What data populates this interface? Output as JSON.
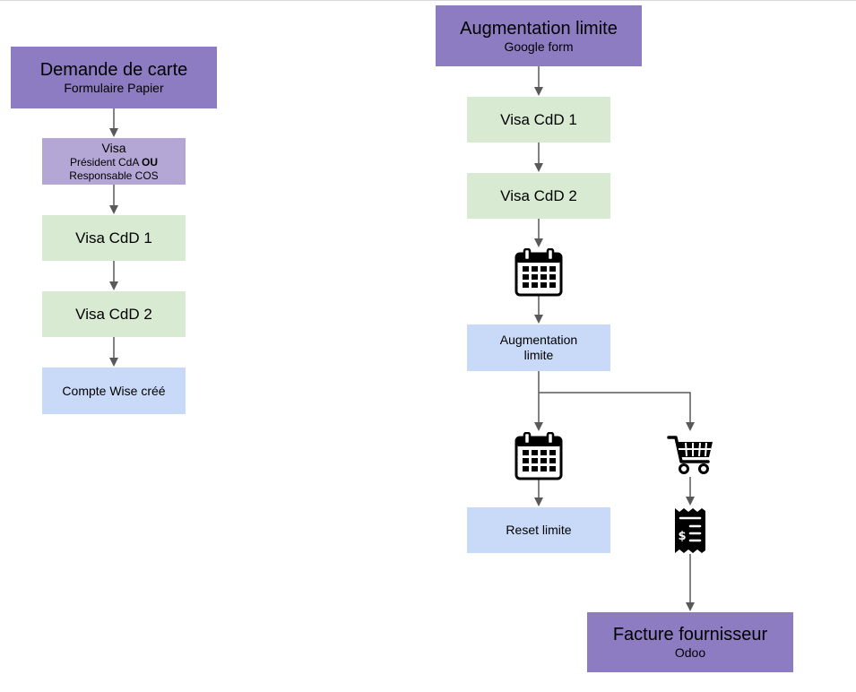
{
  "left_flow": {
    "start": {
      "title": "Demande de carte",
      "subtitle": "Formulaire Papier"
    },
    "visa": {
      "title": "Visa",
      "line1": "Président CdA",
      "or": "OU",
      "line2": "Responsable COS"
    },
    "visa_cdd1": "Visa CdD 1",
    "visa_cdd2": "Visa CdD 2",
    "account_created": "Compte Wise créé"
  },
  "right_flow": {
    "start": {
      "title": "Augmentation limite",
      "subtitle": "Google form"
    },
    "visa_cdd1": "Visa CdD 1",
    "visa_cdd2": "Visa CdD 2",
    "calendar_icon_1": "calendar-icon",
    "increase": {
      "line1": "Augmentation",
      "line2": "limite"
    },
    "calendar_icon_2": "calendar-icon",
    "reset": "Reset limite",
    "cart_icon": "shopping-cart-icon",
    "receipt_icon": "receipt-icon",
    "end": {
      "title": "Facture fournisseur",
      "subtitle": "Odoo"
    }
  },
  "colors": {
    "purple": "#8e7cc3",
    "lilac": "#b4a7d6",
    "green": "#d9ead3",
    "blue": "#c9daf8",
    "arrow": "#595959"
  }
}
